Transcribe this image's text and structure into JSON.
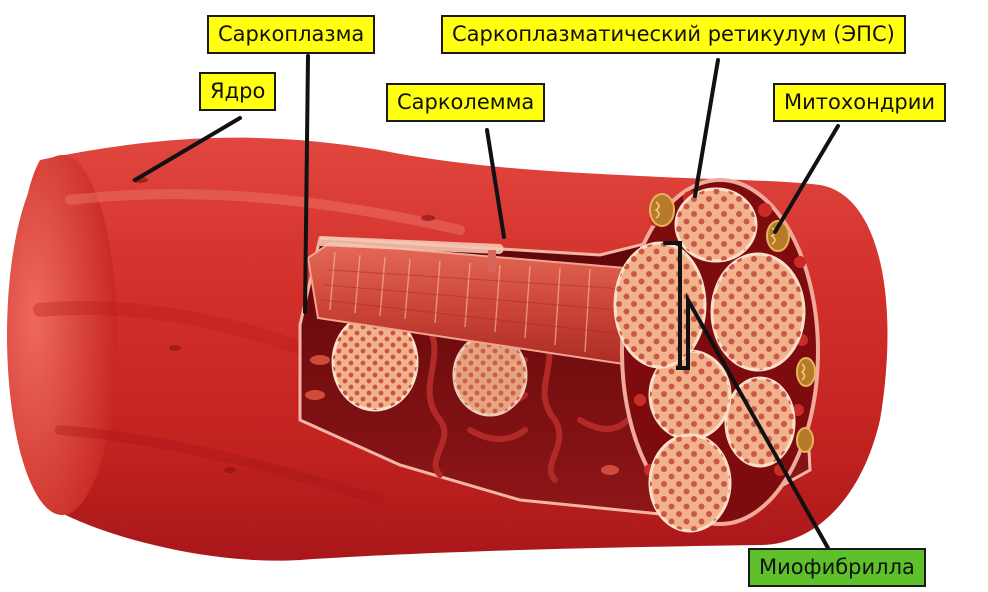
{
  "labels": {
    "sarcoplasm": "Саркоплазма",
    "reticulum": "Саркоплазматический ретикулум (ЭПС)",
    "nucleus": "Ядро",
    "sarcolemma": "Сарколемма",
    "mitochondria": "Митохондрии",
    "myofibril": "Миофибрилла"
  },
  "colors": {
    "label_yellow": "#ffff0f",
    "label_green": "#5ec12c",
    "muscle_red": "#d8322c",
    "muscle_dark": "#8b0f12",
    "myofibril_fill": "#f2b38c",
    "myofibril_dot": "#c9584a"
  }
}
